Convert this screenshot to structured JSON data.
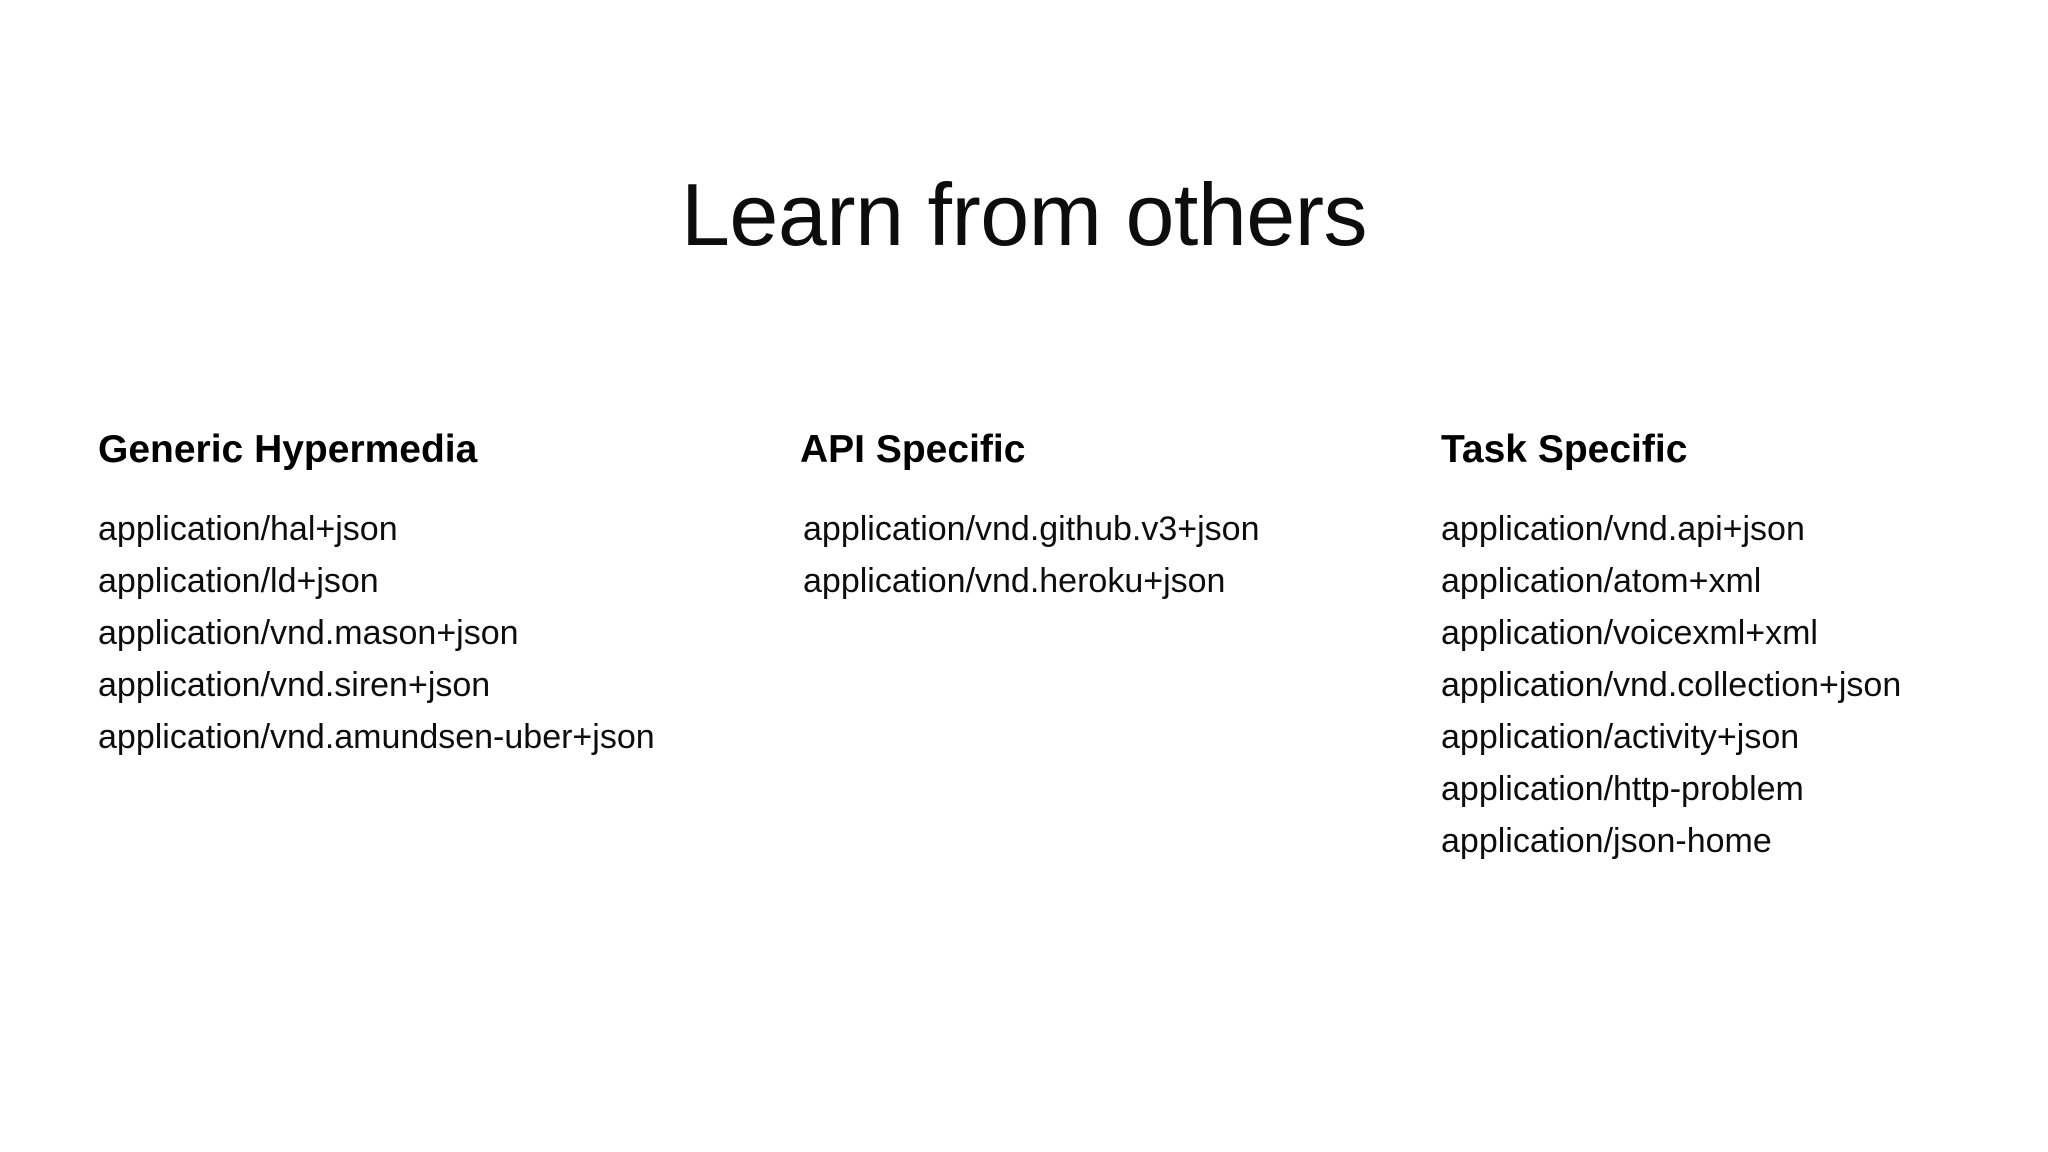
{
  "slide": {
    "title": "Learn from others",
    "background_color": "#ffffff",
    "text_color": "#0d0d0d"
  },
  "columns": [
    {
      "heading": "Generic Hypermedia",
      "items": [
        "application/hal+json",
        "application/ld+json",
        "application/vnd.mason+json",
        "application/vnd.siren+json",
        "application/vnd.amundsen-uber+json"
      ]
    },
    {
      "heading": "API Specific",
      "items": [
        "application/vnd.github.v3+json",
        "application/vnd.heroku+json"
      ]
    },
    {
      "heading": "Task Specific",
      "items": [
        "application/vnd.api+json",
        "application/atom+xml",
        "application/voicexml+xml",
        "application/vnd.collection+json",
        "application/activity+json",
        "application/http-problem",
        "application/json-home"
      ]
    }
  ]
}
